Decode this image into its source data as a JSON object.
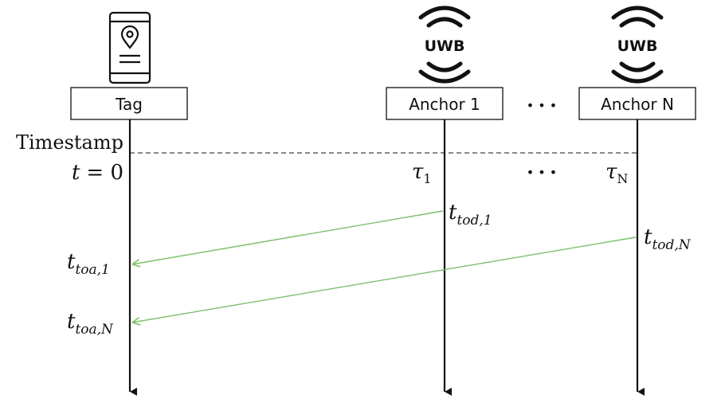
{
  "nodes": {
    "tag": {
      "label": "Tag"
    },
    "anchor_1": {
      "label": "Anchor 1",
      "icon_text": "UWB"
    },
    "anchor_n": {
      "label": "Anchor N",
      "icon_text": "UWB"
    }
  },
  "ellipsis": "• • •",
  "timestamp": {
    "label": "Timestamp",
    "t0": {
      "var": "t",
      "eq": "= 0"
    },
    "tau_1": {
      "sym": "τ",
      "sub": "1"
    },
    "tau_n": {
      "sym": "τ",
      "sub": "N"
    }
  },
  "events": {
    "tod_1": {
      "var": "t",
      "sub": "tod,1"
    },
    "tod_n": {
      "var": "t",
      "sub": "tod,N"
    },
    "toa_1": {
      "var": "t",
      "sub": "toa,1"
    },
    "toa_n": {
      "var": "t",
      "sub": "toa,N"
    }
  },
  "colors": {
    "line": "#111111",
    "message_arrow": "#7cbf6a",
    "dashed": "#444444"
  },
  "icons": {
    "tag": "phone-location-icon",
    "anchor": "uwb-signal-icon"
  }
}
